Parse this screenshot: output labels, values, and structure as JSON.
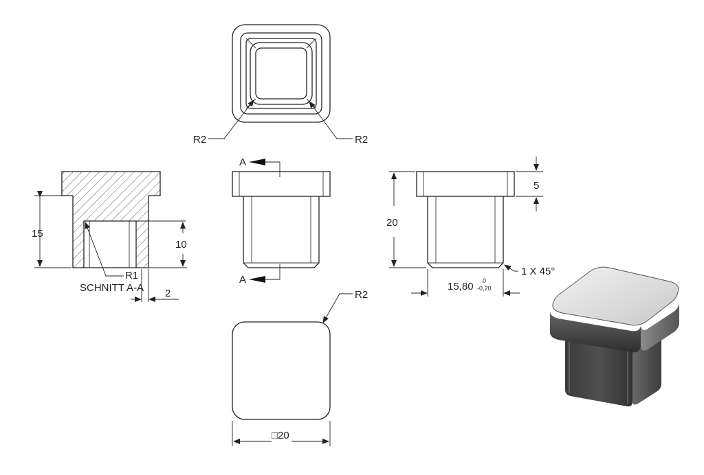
{
  "views": {
    "top": {
      "radius_left": "R2",
      "radius_right": "R2"
    },
    "section": {
      "title": "SCHNITT A-A",
      "height_total": "15",
      "inner_depth": "10",
      "inner_radius": "R1",
      "wall": "2"
    },
    "front": {
      "cut_top": "A",
      "cut_bottom": "A"
    },
    "side": {
      "height": "20",
      "head": "5",
      "width": "15,80",
      "tol_upper": "0",
      "tol_lower": "-0,20",
      "chamfer": "1 X 45°"
    },
    "bottom": {
      "radius": "R2",
      "size": "□20"
    }
  }
}
